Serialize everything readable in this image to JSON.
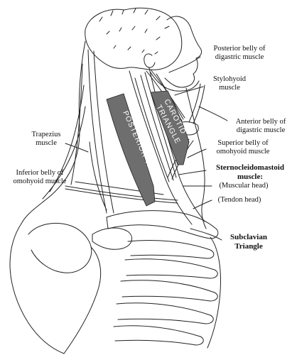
{
  "regions": {
    "posterior_triangle": "POSTERIOR TRIANG",
    "carotid_triangle_1": "CAROTID",
    "carotid_triangle_2": "TRIANGLE"
  },
  "labels": {
    "posterior_digastric_1": "Posterior belly of",
    "posterior_digastric_2": "digastric muscle",
    "stylohyoid_1": "Stylohyoid",
    "stylohyoid_2": "muscle",
    "anterior_digastric_1": "Anterior belly of",
    "anterior_digastric_2": "digastric muscle",
    "trapezius_1": "Trapezius",
    "trapezius_2": "muscle",
    "superior_omohyoid_1": "Superior belly of",
    "superior_omohyoid_2": "omohyoid muscle",
    "scm_1": "Sternocleidomastoid",
    "scm_2": "muscle:",
    "muscular_head": "(Muscular head)",
    "tendon_head": "(Tendon head)",
    "inferior_omohyoid_1": "Inferior belly of",
    "inferior_omohyoid_2": "omohyoid muscle",
    "subclavian_1": "Subclavian",
    "subclavian_2": "Triangle"
  },
  "colors": {
    "line": "#222222",
    "triangle_fill": "#6e6e6e",
    "region_text": "#ffffff"
  }
}
